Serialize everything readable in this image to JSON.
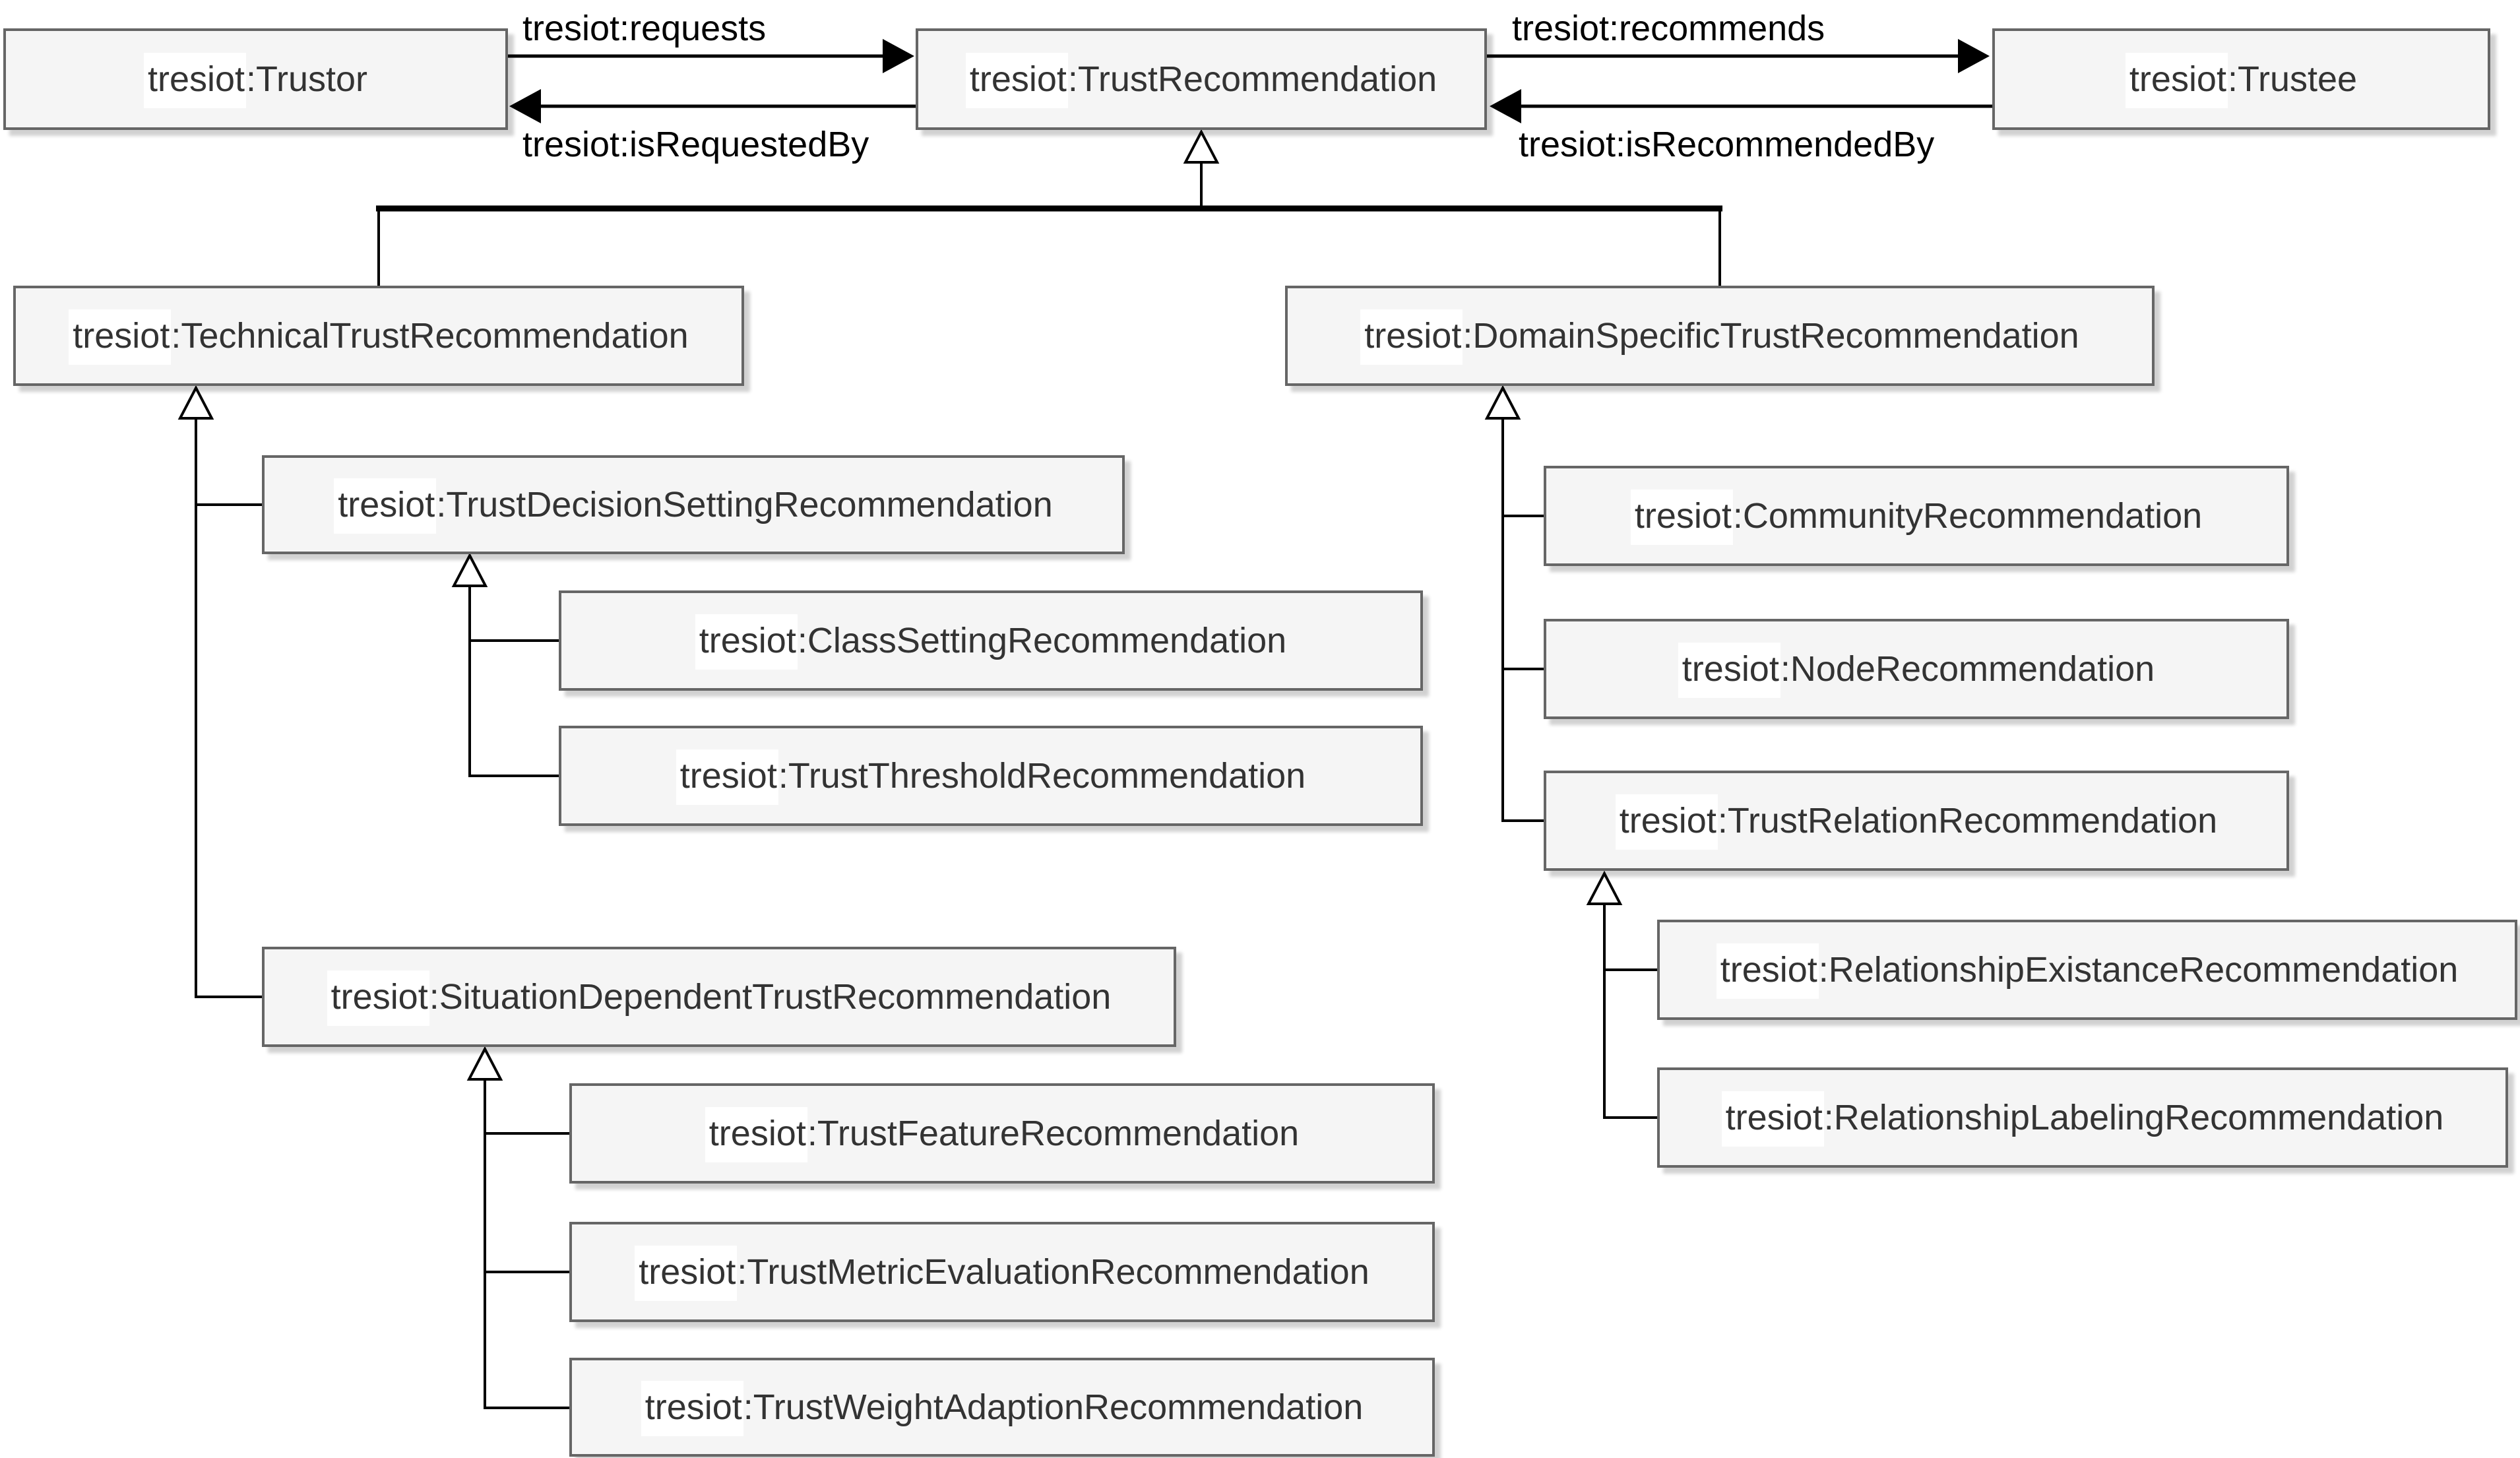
{
  "colors": {
    "canvas_bg": "#ffffff",
    "node_fill": "#f5f5f5",
    "node_border": "#666666",
    "node_text": "#333333",
    "line_color": "#000000",
    "label_bg": "#ffffff"
  },
  "nodes": {
    "trustor": {
      "label": "tresiot:Trustor"
    },
    "trust_recommendation": {
      "label": "tresiot:TrustRecommendation"
    },
    "trustee": {
      "label": "tresiot:Trustee"
    },
    "technical_trust_recommendation": {
      "label": "tresiot:TechnicalTrustRecommendation"
    },
    "domain_specific_trust_recommendation": {
      "label": "tresiot:DomainSpecificTrustRecommendation"
    },
    "trust_decision_setting_recommendation": {
      "label": "tresiot:TrustDecisionSettingRecommendation"
    },
    "class_setting_recommendation": {
      "label": "tresiot:ClassSettingRecommendation"
    },
    "trust_threshold_recommendation": {
      "label": "tresiot:TrustThresholdRecommendation"
    },
    "situation_dependent_trust_recommendation": {
      "label": "tresiot:SituationDependentTrustRecommendation"
    },
    "trust_feature_recommendation": {
      "label": "tresiot:TrustFeatureRecommendation"
    },
    "trust_metric_evaluation_recommendation": {
      "label": "tresiot:TrustMetricEvaluationRecommendation"
    },
    "trust_weight_adaption_recommendation": {
      "label": "tresiot:TrustWeightAdaptionRecommendation"
    },
    "community_recommendation": {
      "label": "tresiot:CommunityRecommendation"
    },
    "node_recommendation": {
      "label": "tresiot:NodeRecommendation"
    },
    "trust_relation_recommendation": {
      "label": "tresiot:TrustRelationRecommendation"
    },
    "relationship_existance_recommendation": {
      "label": "tresiot:RelationshipExistanceRecommendation"
    },
    "relationship_labeling_recommendation": {
      "label": "tresiot:RelationshipLabelingRecommendation"
    }
  },
  "associations": [
    {
      "from": "tresiot:Trustor",
      "to": "tresiot:TrustRecommendation",
      "label": "tresiot:requests"
    },
    {
      "from": "tresiot:TrustRecommendation",
      "to": "tresiot:Trustor",
      "label": "tresiot:isRequestedBy"
    },
    {
      "from": "tresiot:TrustRecommendation",
      "to": "tresiot:Trustee",
      "label": "tresiot:recommends"
    },
    {
      "from": "tresiot:Trustee",
      "to": "tresiot:TrustRecommendation",
      "label": "tresiot:isRecommendedBy"
    }
  ],
  "generalizations": [
    {
      "parent": "tresiot:TrustRecommendation",
      "child": "tresiot:TechnicalTrustRecommendation"
    },
    {
      "parent": "tresiot:TrustRecommendation",
      "child": "tresiot:DomainSpecificTrustRecommendation"
    },
    {
      "parent": "tresiot:TechnicalTrustRecommendation",
      "child": "tresiot:TrustDecisionSettingRecommendation"
    },
    {
      "parent": "tresiot:TechnicalTrustRecommendation",
      "child": "tresiot:SituationDependentTrustRecommendation"
    },
    {
      "parent": "tresiot:TrustDecisionSettingRecommendation",
      "child": "tresiot:ClassSettingRecommendation"
    },
    {
      "parent": "tresiot:TrustDecisionSettingRecommendation",
      "child": "tresiot:TrustThresholdRecommendation"
    },
    {
      "parent": "tresiot:SituationDependentTrustRecommendation",
      "child": "tresiot:TrustFeatureRecommendation"
    },
    {
      "parent": "tresiot:SituationDependentTrustRecommendation",
      "child": "tresiot:TrustMetricEvaluationRecommendation"
    },
    {
      "parent": "tresiot:SituationDependentTrustRecommendation",
      "child": "tresiot:TrustWeightAdaptionRecommendation"
    },
    {
      "parent": "tresiot:DomainSpecificTrustRecommendation",
      "child": "tresiot:CommunityRecommendation"
    },
    {
      "parent": "tresiot:DomainSpecificTrustRecommendation",
      "child": "tresiot:NodeRecommendation"
    },
    {
      "parent": "tresiot:DomainSpecificTrustRecommendation",
      "child": "tresiot:TrustRelationRecommendation"
    },
    {
      "parent": "tresiot:TrustRelationRecommendation",
      "child": "tresiot:RelationshipExistanceRecommendation"
    },
    {
      "parent": "tresiot:TrustRelationRecommendation",
      "child": "tresiot:RelationshipLabelingRecommendation"
    }
  ]
}
